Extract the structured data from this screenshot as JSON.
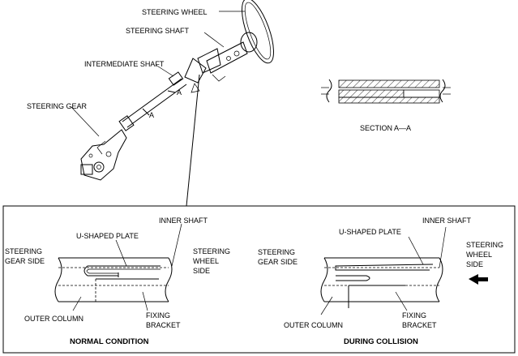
{
  "top": {
    "labels": {
      "steering_wheel": "STEERING WHEEL",
      "steering_shaft": "STEERING SHAFT",
      "intermediate_shaft": "INTERMEDIATE SHAFT",
      "steering_gear": "STEERING GEAR",
      "section_mark": "A",
      "section_caption": "SECTION A—A"
    }
  },
  "panels": [
    {
      "title": "NORMAL CONDITION",
      "inner_shaft": "INNER SHAFT",
      "u_plate": "U-SHAPED PLATE",
      "left_side": [
        "STEERING",
        "GEAR SIDE"
      ],
      "right_side": [
        "STEERING",
        "WHEEL",
        "SIDE"
      ],
      "outer_column": "OUTER COLUMN",
      "fixing_bracket": [
        "FIXING",
        "BRACKET"
      ]
    },
    {
      "title": "DURING COLLISION",
      "inner_shaft": "INNER SHAFT",
      "u_plate": "U-SHAPED PLATE",
      "left_side": [
        "STEERING",
        "GEAR SIDE"
      ],
      "right_side": [
        "STEERING",
        "WHEEL",
        "SIDE"
      ],
      "outer_column": "OUTER COLUMN",
      "fixing_bracket": [
        "FIXING",
        "BRACKET"
      ]
    }
  ]
}
